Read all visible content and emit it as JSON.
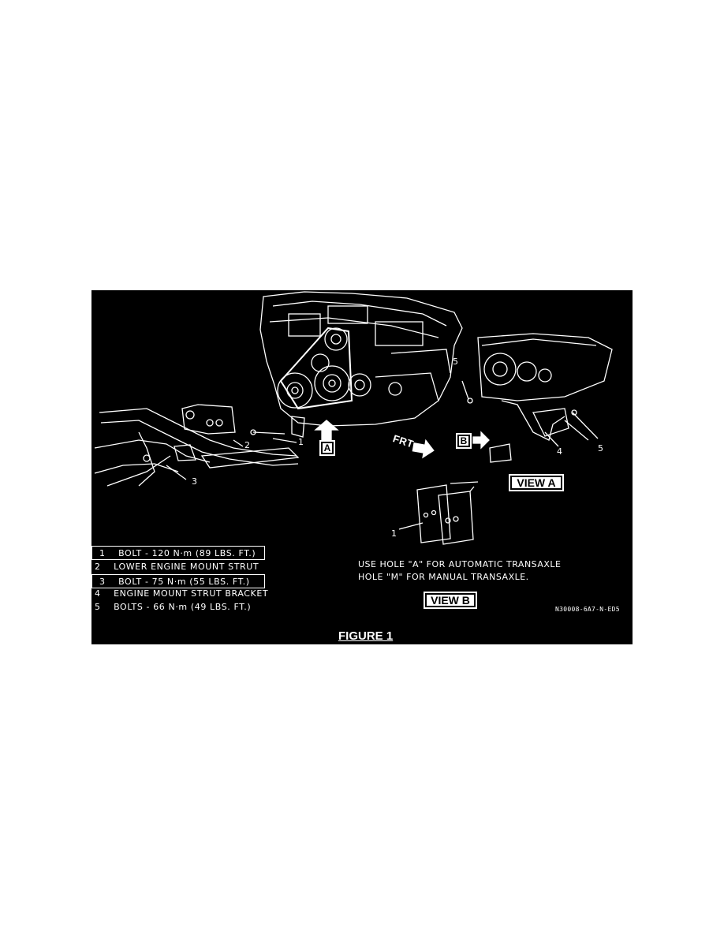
{
  "legend": [
    {
      "num": "1",
      "text": "BOLT - 120 N·m (89 LBS. FT.)",
      "boxed": true
    },
    {
      "num": "2",
      "text": "LOWER ENGINE MOUNT STRUT",
      "boxed": false
    },
    {
      "num": "3",
      "text": "BOLT - 75 N·m (55 LBS. FT.)",
      "boxed": true
    },
    {
      "num": "4",
      "text": "ENGINE MOUNT STRUT BRACKET",
      "boxed": false
    },
    {
      "num": "5",
      "text": "BOLTS - 66 N·m (49 LBS. FT.)",
      "boxed": false
    }
  ],
  "note_line1": "USE HOLE \"A\" FOR AUTOMATIC TRANSAXLE",
  "note_line2": "HOLE \"M\" FOR MANUAL TRANSAXLE.",
  "view_a_label": "VIEW A",
  "view_b_label": "VIEW B",
  "arrow_a": "A",
  "arrow_b": "B",
  "frt_label": "FRT",
  "drawing_code": "N30008-6A7-N-ED5",
  "caption": "FIGURE 1",
  "callouts": {
    "c1": "1",
    "c2": "2",
    "c3": "3",
    "c4": "4",
    "c5a": "5",
    "c5b": "5",
    "c1b": "1"
  }
}
